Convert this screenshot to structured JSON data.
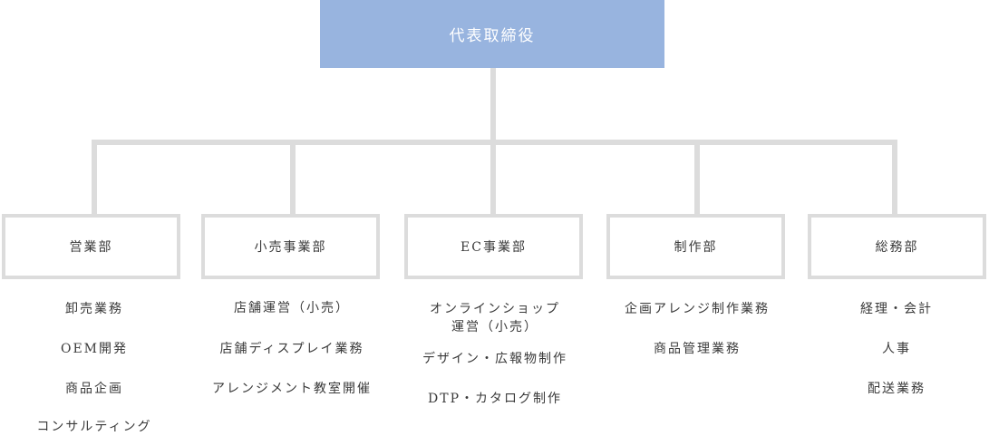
{
  "top": {
    "label": "代表取締役"
  },
  "departments": [
    {
      "label": "営業部",
      "duties": [
        "卸売業務",
        "OEM開発",
        "商品企画",
        "コンサルティング"
      ]
    },
    {
      "label": "小売事業部",
      "duties": [
        "店舗運営（小売）",
        "店舗ディスプレイ業務",
        "アレンジメント教室開催"
      ]
    },
    {
      "label": "EC事業部",
      "duties": [
        "オンラインショップ\n運営（小売）",
        "デザイン・広報物制作",
        "DTP・カタログ制作"
      ]
    },
    {
      "label": "制作部",
      "duties": [
        "企画アレンジ制作業務",
        "商品管理業務"
      ]
    },
    {
      "label": "総務部",
      "duties": [
        "経理・会計",
        "人事",
        "配送業務"
      ]
    }
  ],
  "colors": {
    "top_box": "#98b4df",
    "connector": "#dcdcdc",
    "text": "#3a3a3a"
  }
}
